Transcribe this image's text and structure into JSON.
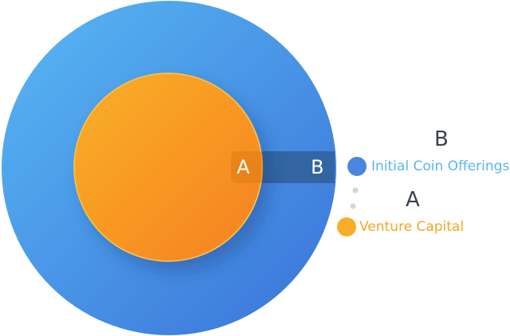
{
  "diagram": {
    "outer_label": "B",
    "inner_label": "A",
    "legend": [
      {
        "letter": "B",
        "text": "Initial Coin Offerings",
        "color": "#4a86e0",
        "text_color": "#5ab4f0"
      },
      {
        "letter": "A",
        "text": "Venture Capital",
        "color": "#f5a623",
        "text_color": "#f5a623"
      }
    ],
    "colors": {
      "outer": "#4a95e8",
      "inner": "#f7a21e",
      "band": "#2f5f96",
      "letter": "#3a4150"
    }
  }
}
